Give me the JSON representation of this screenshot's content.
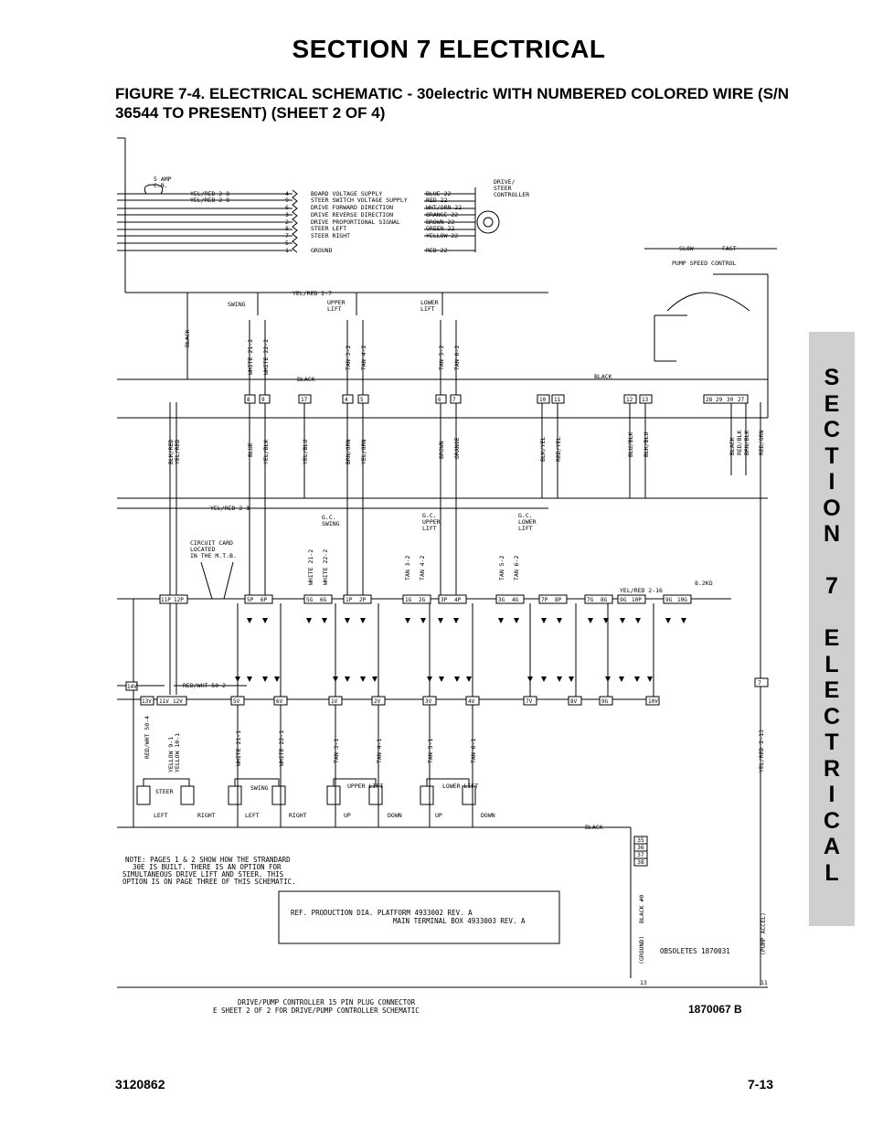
{
  "header": {
    "section_title": "SECTION 7  ELECTRICAL",
    "figure_caption": "FIGURE 7-4.    ELECTRICAL SCHEMATIC - 30electric WITH NUMBERED COLORED WIRE (S/N 36544 TO PRESENT) (SHEET 2 OF 4)"
  },
  "side_tab": {
    "letters": [
      "S",
      "E",
      "C",
      "T",
      "I",
      "O",
      "N",
      "",
      "7",
      "",
      "E",
      "L",
      "E",
      "C",
      "T",
      "R",
      "I",
      "C",
      "A",
      "L"
    ]
  },
  "schematic": {
    "breaker": [
      "5 AMP",
      "C.B."
    ],
    "supply_wires": [
      "YEL/RED 2-8",
      "YEL/RED 2-8"
    ],
    "connector_pins": [
      "4",
      "9",
      "6",
      "3",
      "2",
      "8",
      "7",
      "5",
      "1"
    ],
    "connector_signals": [
      "BOARD VOLTAGE SUPPLY",
      "STEER SWITCH VOLTAGE SUPPLY",
      "DRIVE FORWARD DIRECTION",
      "DRIVE REVERSE DIRECTION",
      "DRIVE PROPORTIONAL SIGNAL",
      "STEER LEFT",
      "STEER RIGHT",
      "",
      "GROUND"
    ],
    "connector_wires": [
      "BLUE 22",
      "RED 22",
      "WHT/ORN 22",
      "ORANGE 22",
      "BROWN 22",
      "GREEN 22",
      "YELLOW 22",
      "",
      "RED 22"
    ],
    "controller_label": [
      "DRIVE/",
      "STEER",
      "CONTROLLER"
    ],
    "speed_slow": "SLOW",
    "speed_fast": "FAST",
    "pump_speed": "PUMP SPEED CONTROL",
    "yel_red_27": "YEL/RED 2-7",
    "swing": "SWING",
    "upper_lift": [
      "UPPER",
      "LIFT"
    ],
    "lower_lift": [
      "LOWER",
      "LIFT"
    ],
    "black": "BLACK",
    "black2": "BLACK",
    "vert_wires_top": [
      "WHITE 21-2",
      "WHITE 22-2",
      "TAN 3-2",
      "TAN 4-2",
      "TAN 5-2",
      "TAN 6-2"
    ],
    "terminal_row1": [
      "8",
      "9",
      "17",
      "4",
      "5",
      "6",
      "7",
      "10",
      "11",
      "12",
      "13"
    ],
    "terminal_row1_right": [
      "28",
      "29",
      "30",
      "27"
    ],
    "color_labels": [
      "BLK/RED",
      "YEL/RED",
      "BLUE",
      "YEL/BLK",
      "YEL/BLU",
      "BRN/GRN",
      "YEL/GRN",
      "BROWN",
      "ORANGE",
      "BLK/YEL",
      "RED/YEL",
      "BLU/BLK",
      "BLK/BLU",
      "BLACK",
      "RED/BLK",
      "BRN/BLK",
      "RED/GRN"
    ],
    "yel_red_23": "YEL/RED 2-3",
    "gc_swing": [
      "G.C.",
      "SWING"
    ],
    "gc_upper_lift": [
      "G.C.",
      "UPPER",
      "LIFT"
    ],
    "gc_lower_lift": [
      "G.C.",
      "LOWER",
      "LIFT"
    ],
    "circuit_card": [
      "CIRCUIT CARD",
      "LOCATED",
      "IN THE M.T.B."
    ],
    "vert_wires_mid": [
      "WHITE 21-2",
      "WHITE 22-2",
      "TAN 3-2",
      "TAN 4-2",
      "TAN 5-2",
      "TAN 6-2"
    ],
    "yel_red_216": "YEL/RED 2-16",
    "resistor": "8.2KΩ",
    "terminal_row2": [
      "11P",
      "12P",
      "5P",
      "6P",
      "5G",
      "6G",
      "1P",
      "2P",
      "1G",
      "2G",
      "3P",
      "4P",
      "3G",
      "4G",
      "7P",
      "8P",
      "7G",
      "8G",
      "9G",
      "10P",
      "9G",
      "10G"
    ],
    "terminal_row3": [
      "14V",
      "13V",
      "11V",
      "12V",
      "5V",
      "6V",
      "1V",
      "2V",
      "3V",
      "4V",
      "7V",
      "8V",
      "9G",
      "10V"
    ],
    "terminal_right_7": "7",
    "red_wht": "RED/WHT 50-2",
    "vert_wires_bottom": [
      "RED/WHT 50-4",
      "YELLOW 9-1",
      "YELLOW 10-1",
      "WHITE 21-1",
      "WHITE 22-1",
      "TAN 3-1",
      "TAN 4-1",
      "TAN 5-1",
      "TAN 6-1",
      "YEL/RED 2-13"
    ],
    "valve_groups": [
      "STEER",
      "SWING",
      "UPPER LIFT",
      "LOWER LIFT"
    ],
    "valve_labels": [
      "LEFT",
      "RIGHT",
      "LEFT",
      "RIGHT",
      "UP",
      "DOWN",
      "UP",
      "DOWN"
    ],
    "black_bottom": "BLACK",
    "terminal_bottom": [
      "35",
      "36",
      "37",
      "38"
    ],
    "note": [
      "NOTE:  PAGES 1 & 2 SHOW HOW THE STRANDARD",
      "30E IS BUILT.  THERE IS AN OPTION FOR",
      "SIMULTANEOUS DRIVE LIFT AND STEER.  THIS",
      "OPTION IS ON PAGE THREE OF THIS SCHEMATIC."
    ],
    "ref_box": [
      "REF. PRODUCTION DIA.  PLATFORM 4933002 REV. A",
      "MAIN TERMINAL BOX 4933003 REV. A"
    ],
    "black_0": "BLACK #0",
    "ground": "(GROUND)",
    "pump_accel": "(PUMP ACCEL)",
    "obsoletes": "OBSOLETES 1870031",
    "pin_13": "13",
    "pin_11": "11",
    "connector_note": [
      "DRIVE/PUMP CONTROLLER 15 PIN PLUG CONNECTOR",
      "E SHEET 2 OF 2 FOR DRIVE/PUMP CONTROLLER SCHEMATIC"
    ]
  },
  "drawing_number": "1870067 B",
  "footer": {
    "doc_number": "3120862",
    "page_number": "7-13"
  }
}
